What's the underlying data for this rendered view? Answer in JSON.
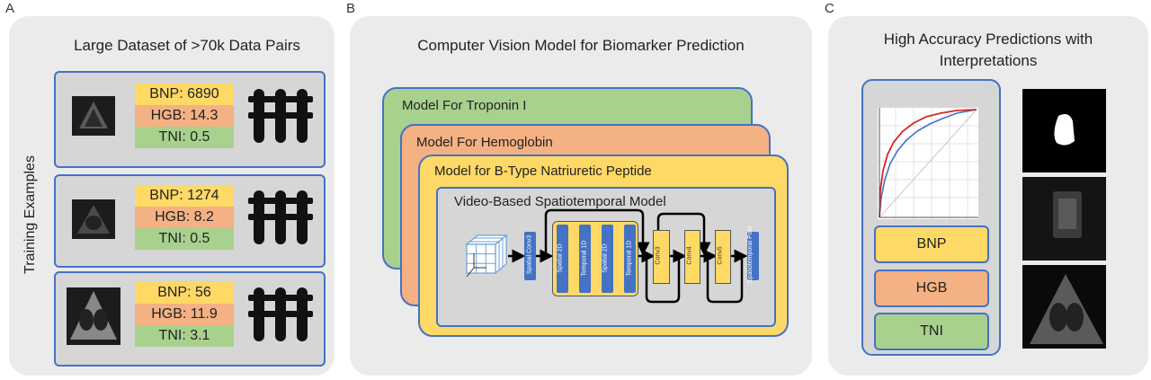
{
  "panels": {
    "a": {
      "letter": "A",
      "title": "Large Dataset of >70k Data Pairs",
      "side_label": "Training Examples",
      "examples": [
        {
          "bnp": "BNP: 6890",
          "hgb": "HGB: 14.3",
          "tni": "TNI: 0.5"
        },
        {
          "bnp": "BNP: 1274",
          "hgb": "HGB: 8.2",
          "tni": "TNI: 0.5"
        },
        {
          "bnp": "BNP: 56",
          "hgb": "HGB: 11.9",
          "tni": "TNI: 3.1"
        }
      ]
    },
    "b": {
      "letter": "B",
      "title": "Computer Vision Model for Biomarker Prediction",
      "models": [
        "Model For Troponin I",
        "Model For Hemoglobin",
        "Model for B-Type Natriuretic Peptide"
      ],
      "inner_title": "Video-Based Spatiotemporal Model",
      "layers": {
        "spatial_conv": "Spatial Conv3",
        "spatial_2d_1": "Spatial 2D",
        "temporal_1d_1": "Temporal 1D",
        "spatial_2d_2": "Spatial 2D",
        "temporal_1d_2": "Temporal 1D",
        "conv3": "Conv3",
        "conv4": "Conv4",
        "conv5": "Conv5",
        "pool": "Spatiotemporal Pool"
      }
    },
    "c": {
      "letter": "C",
      "title_line1": "High Accuracy Predictions with",
      "title_line2": "Interpretations",
      "labels": [
        "BNP",
        "HGB",
        "TNI"
      ]
    }
  },
  "colors": {
    "bnp": "#ffd966",
    "hgb": "#f4b183",
    "tni": "#a9d18e",
    "border": "#4472c4",
    "panel_bg": "#ebebeb"
  },
  "icons": [
    "echo-thumbnail",
    "test-tube-rack-icon",
    "video-cube-icon",
    "roc-curve-chart"
  ]
}
